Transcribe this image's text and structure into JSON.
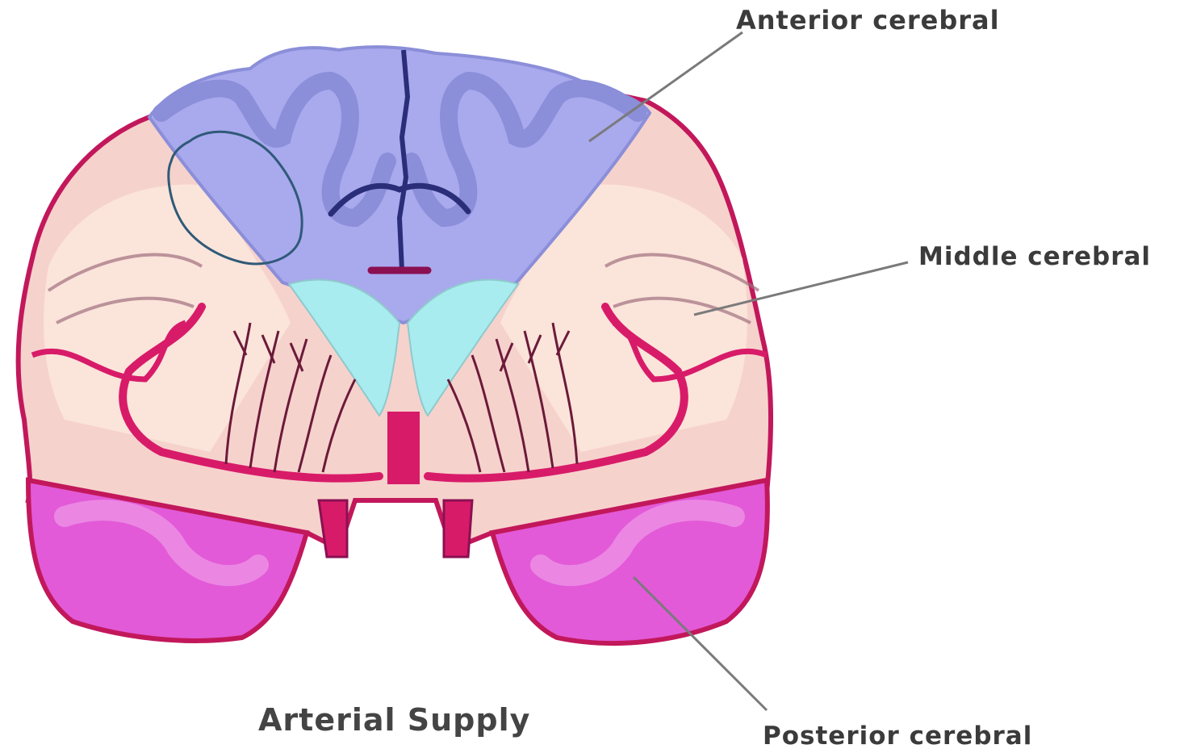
{
  "title": "Arterial Supply",
  "labels": {
    "anterior": "Anterior cerebral",
    "middle": "Middle cerebral",
    "posterior": "Posterior cerebral"
  },
  "colors": {
    "anterior_territory": "#a9a9ee",
    "anterior_gyri": "#8b8ed8",
    "middle_territory": "#f6d2cc",
    "middle_light": "#fbe8dc",
    "posterior_territory": "#e25ad8",
    "posterior_light": "#ec86e3",
    "ventricle": "#a8ecef",
    "artery": "#d81b69",
    "outline": "#c2185b",
    "annotation_circle": "#2f5a78",
    "leader_line": "#7a7a7a"
  }
}
